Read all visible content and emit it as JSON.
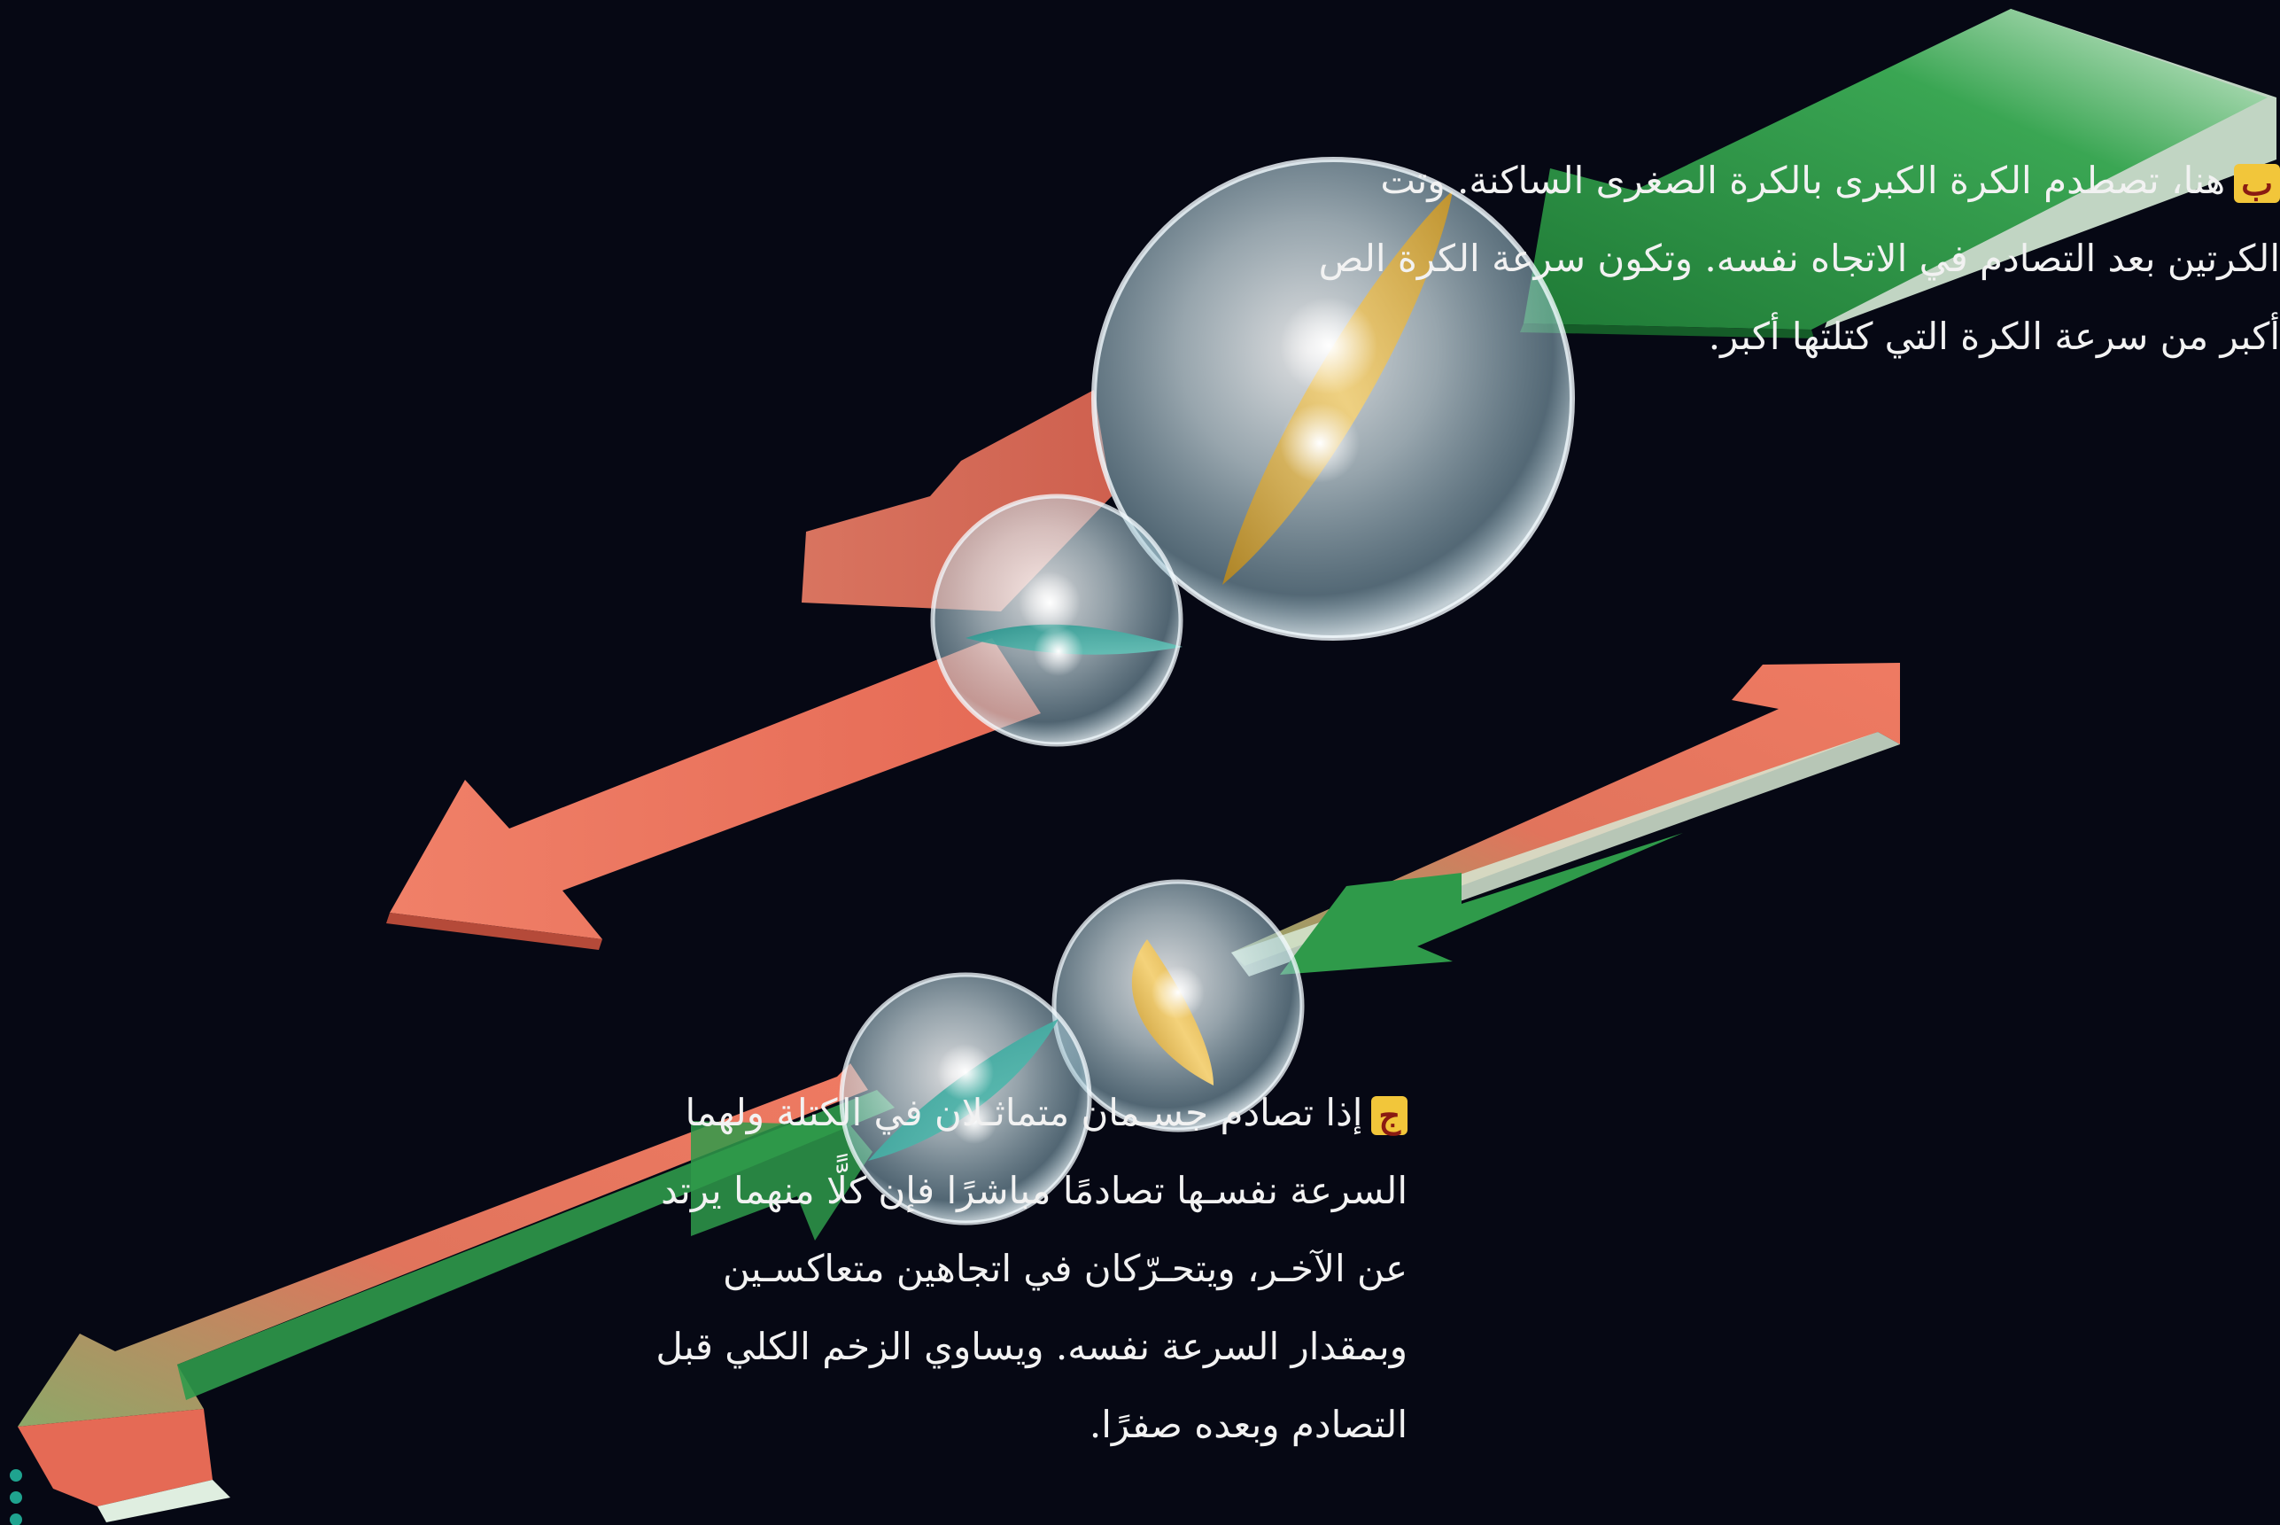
{
  "caption_b": {
    "badge": "ب",
    "lines": [
      "هنا، تصطدم الكرة الكبرى بالكرة الصغرى الساكنة. وتت",
      "الكرتين بعد التصادم في الاتجاه نفسه. وتكون سرعة الكرة الص",
      "أكبر من سرعة الكرة التي كتلتها أكبر."
    ]
  },
  "caption_c": {
    "badge": "ج",
    "lines": [
      "إذا تصادم جسـمان متماثـلان في الكتلة ولهما",
      "السرعة نفسـها تصادمًا مباشرًا فإن كلًّا منهما يرتد",
      "عن الآخـر، ويتحـرّكان في اتجاهين متعاكسـين",
      "وبمقدار السرعة نفسه. ويساوي الزخم الكلي قبل",
      "التصادم وبعده صفرًا."
    ]
  },
  "colors": {
    "background": "#060814",
    "arrow_red": "#e8725e",
    "arrow_green": "#2f9a4a",
    "badge": "#f2c63a"
  }
}
